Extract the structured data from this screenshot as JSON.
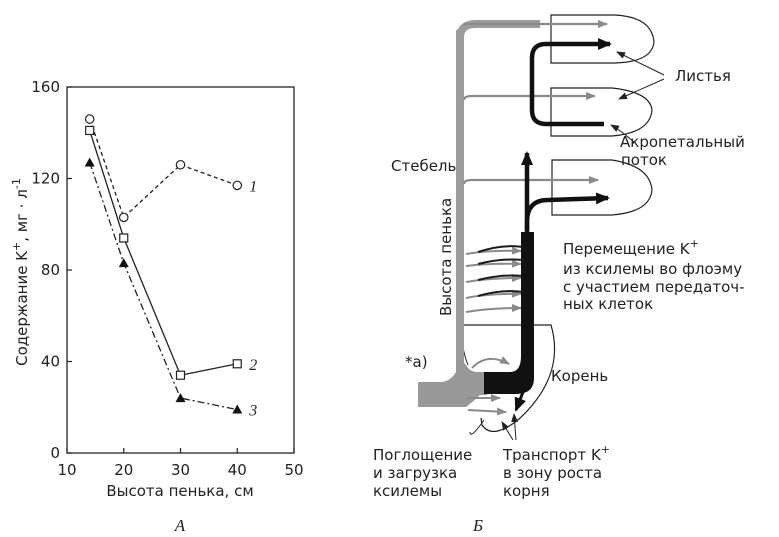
{
  "chart_data": {
    "type": "line",
    "panel_caption": "А",
    "xlabel": "Высота пенька, см",
    "ylabel_main": "Содержание K",
    "ylabel_sup": "+",
    "ylabel_unit": ", мг · л",
    "ylabel_unit_sup": "-1",
    "xlim": [
      10,
      50
    ],
    "ylim": [
      0,
      160
    ],
    "xticks": [
      10,
      20,
      30,
      40,
      50
    ],
    "yticks": [
      0,
      40,
      80,
      120,
      160
    ],
    "grid": false,
    "series": [
      {
        "name": "1",
        "marker": "circle",
        "line": "dashed",
        "x": [
          14,
          20,
          30,
          40
        ],
        "values": [
          146,
          103,
          126,
          117
        ]
      },
      {
        "name": "2",
        "marker": "square",
        "line": "solid",
        "x": [
          14,
          20,
          30,
          40
        ],
        "values": [
          141,
          94,
          34,
          39
        ]
      },
      {
        "name": "3",
        "marker": "triangle",
        "line": "dash-dot",
        "x": [
          14,
          20,
          30,
          40
        ],
        "values": [
          127,
          83,
          24,
          19
        ]
      }
    ]
  },
  "diagram": {
    "caption": "Б",
    "labels": {
      "stem": "Стебель",
      "height": "Высота пенька",
      "leaves": "Листья",
      "acro1": "Акропетальный",
      "acro2": "поток",
      "move1a": "Перемещение K",
      "move1_sup": "+",
      "move2": "из ксилемы во флоэму",
      "move3": "с участием передаточ-",
      "move4": "ных клеток",
      "root": "Корень",
      "note_a": "*а)",
      "uptake1": "Поглощение",
      "uptake2": "и загрузка",
      "uptake3": "ксилемы",
      "transport1a": "Транспорт K",
      "transport1_sup": "+",
      "transport2": "в зону роста",
      "transport3": "корня"
    }
  }
}
